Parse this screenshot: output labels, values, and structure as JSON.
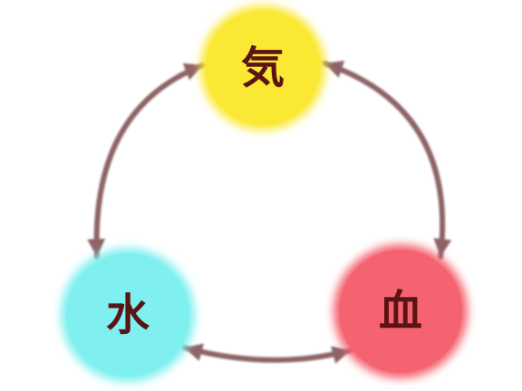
{
  "diagram": {
    "nodes": {
      "ki": {
        "label": "気",
        "color": "#fbe832"
      },
      "chi": {
        "label": "血",
        "color": "#f4636f"
      },
      "mizu": {
        "label": "水",
        "color": "#7ff0ef"
      }
    },
    "label_color": "#5a1414",
    "arrow_color": "#8e6466",
    "arrows": [
      {
        "from": "ki",
        "to": "mizu",
        "bidirectional": true
      },
      {
        "from": "ki",
        "to": "chi",
        "bidirectional": true
      },
      {
        "from": "chi",
        "to": "mizu",
        "bidirectional": true
      }
    ]
  }
}
